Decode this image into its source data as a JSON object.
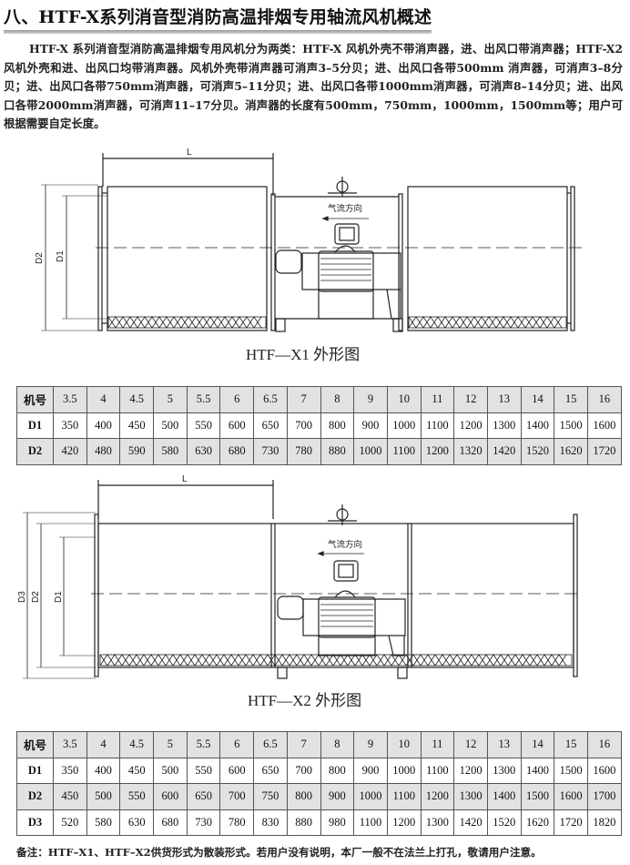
{
  "title": "八、HTF-X系列消音型消防高温排烟专用轴流风机概述",
  "intro": "HTF-X 系列消音型消防高温排烟专用风机分为两类：HTF-X 风机外壳不带消声器，进、出风口带消声器；HTF-X2 风机外壳和进、出风口均带消声器。风机外壳带消声器可消声3–5分贝；进、出风口各带500mm 消声器，可消声3–8分贝；进、出风口各带750mm消声器，可消声5–11分贝；进、出风口各带1000mm消声器，可消声8–14分贝；进、出风口各带2000mm消声器，可消声11–17分贝。消声器的长度有500mm，750mm，1000mm，1500mm等；用户可根据需要自定长度。",
  "diagram1": {
    "caption": "HTF—X1 外形图",
    "L": "L",
    "D1": "D1",
    "D2": "D2",
    "airflow": "气流方向"
  },
  "diagram2": {
    "caption": "HTF—X2 外形图",
    "L": "L",
    "D1": "D1",
    "D2": "D2",
    "D3": "D3",
    "airflow": "气流方向"
  },
  "table1": {
    "rows": [
      [
        "机号",
        "3.5",
        "4",
        "4.5",
        "5",
        "5.5",
        "6",
        "6.5",
        "7",
        "8",
        "9",
        "10",
        "11",
        "12",
        "13",
        "14",
        "15",
        "16"
      ],
      [
        "D1",
        "350",
        "400",
        "450",
        "500",
        "550",
        "600",
        "650",
        "700",
        "800",
        "900",
        "1000",
        "1100",
        "1200",
        "1300",
        "1400",
        "1500",
        "1600"
      ],
      [
        "D2",
        "420",
        "480",
        "590",
        "580",
        "630",
        "680",
        "730",
        "780",
        "880",
        "1000",
        "1100",
        "1200",
        "1320",
        "1420",
        "1520",
        "1620",
        "1720"
      ]
    ]
  },
  "table2": {
    "rows": [
      [
        "机号",
        "3.5",
        "4",
        "4.5",
        "5",
        "5.5",
        "6",
        "6.5",
        "7",
        "8",
        "9",
        "10",
        "11",
        "12",
        "13",
        "14",
        "15",
        "16"
      ],
      [
        "D1",
        "350",
        "400",
        "450",
        "500",
        "550",
        "600",
        "650",
        "700",
        "800",
        "900",
        "1000",
        "1100",
        "1200",
        "1300",
        "1400",
        "1500",
        "1600"
      ],
      [
        "D2",
        "450",
        "500",
        "550",
        "600",
        "650",
        "700",
        "750",
        "800",
        "900",
        "1000",
        "1100",
        "1200",
        "1300",
        "1400",
        "1500",
        "1600",
        "1700"
      ],
      [
        "D3",
        "520",
        "580",
        "630",
        "680",
        "730",
        "780",
        "830",
        "880",
        "980",
        "1100",
        "1200",
        "1300",
        "1420",
        "1520",
        "1620",
        "1720",
        "1820"
      ]
    ]
  },
  "note": "备注：HTF–X1、HTF–X2供货形式为散装形式。若用户没有说明，本厂一般不在法兰上打孔，敬请用户注意。"
}
